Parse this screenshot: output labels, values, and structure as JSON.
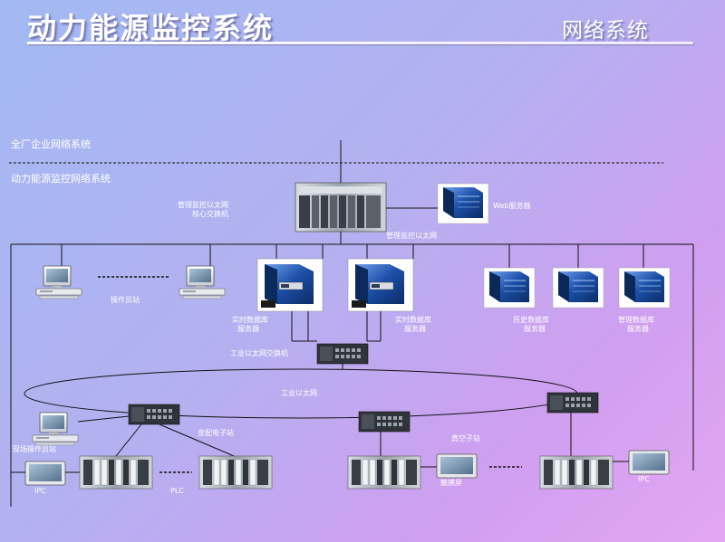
{
  "header": {
    "title": "动力能源监控系统",
    "subtitle": "网络系统"
  },
  "zones": {
    "plant_network": "全厂企业网络系统",
    "monitoring_network": "动力能源监控网络系统"
  },
  "labels": {
    "core_switch_line1": "管理监控以太网",
    "core_switch_line2": "核心交换机",
    "web_server": "Web服务器",
    "mgmt_ethernet": "管理监控以太网",
    "operator_station": "操作员站",
    "rt_db_server_1_line1": "实时数据库",
    "rt_db_server_1_line2": "服务器",
    "rt_db_server_2_line1": "实时数据库",
    "rt_db_server_2_line2": "服务器",
    "hist_db_server_line1": "历史数据库",
    "hist_db_server_line2": "服务器",
    "mgmt_db_server_line1": "管理数据库",
    "mgmt_db_server_line2": "服务器",
    "industrial_switch": "工业以太网交换机",
    "industrial_ethernet": "工业以太网",
    "field_operator": "现场操作员站",
    "substation_1": "变配电子站",
    "substation_2": "真空子站",
    "ipc_1": "IPC",
    "plc": "PLC",
    "touch_screen": "触摸屏",
    "ipc_2": "IPC"
  },
  "colors": {
    "line": "#111111",
    "server_blue": "#1b4fa8",
    "server_dark": "#1a1a2a",
    "device_gray": "#cfd3d8",
    "module_dark": "#3a3f47"
  }
}
